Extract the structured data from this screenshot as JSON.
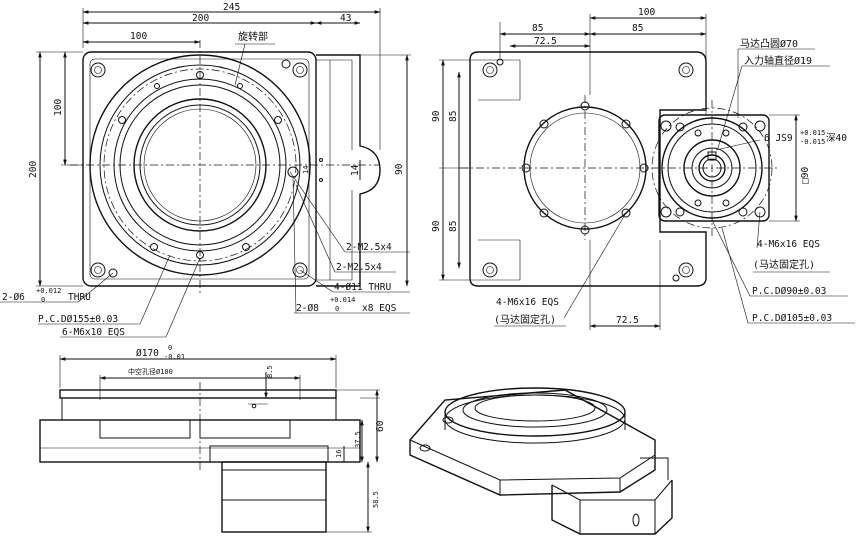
{
  "top_view": {
    "dim_overall_width": "245",
    "dim_200": "200",
    "dim_43": "43",
    "dim_100": "100",
    "dim_left_200": "200",
    "dim_left_100": "100",
    "dim_right_90": "90",
    "dim_14": "14",
    "dim_14b": "14",
    "label_rotate": "旋转部",
    "callout_m25_a": "2-M2.5x4",
    "callout_m25_b": "2-M2.5x4",
    "callout_11_thru": "4-Ø11 THRU",
    "callout_8_eqs": "2-Ø8",
    "callout_8_tol_up": "+0.014",
    "callout_8_tol_low": "0",
    "callout_8_suffix": "x8 EQS",
    "callout_6_thru": "2-Ø6",
    "callout_6_tol_up": "+0.012",
    "callout_6_tol_low": "0",
    "callout_6_suffix": "THRU",
    "callout_pcd155": "P.C.DØ155±0.03",
    "callout_m6x10": "6-M6x10 EQS"
  },
  "motor_view": {
    "dim_100": "100",
    "dim_85a": "85",
    "dim_85b": "85",
    "dim_72_5": "72.5",
    "dim_72_5b": "72.5",
    "dim_90_top": "90",
    "dim_85_top": "85",
    "dim_90_bot": "90",
    "dim_85_bot": "85",
    "dim_sq90": "□90",
    "label_motor_boss": "马达凸圆Ø70",
    "label_input_shaft": "入力轴直径Ø19",
    "label_key_prefix": "6 JS9",
    "label_key_tol_up": "+0.015",
    "label_key_tol_low": "-0.015",
    "label_key_suffix": "深40",
    "callout_m6x16_right": "4-M6x16 EQS",
    "callout_motor_fix_right": "(马达固定孔)",
    "callout_pcd90": "P.C.DØ90±0.03",
    "callout_pcd105": "P.C.DØ105±0.03",
    "callout_m6x16_bottom": "4-M6x16 EQS",
    "callout_motor_fix_bottom": "(马达固定孔)"
  },
  "side_view": {
    "dim_170": "Ø170",
    "dim_170_tol_up": "0",
    "dim_170_tol_low": "-0.01",
    "dim_hollow": "中空孔径Ø100",
    "dim_8_5": "8.5",
    "dim_37_5": "37.5",
    "dim_60": "60",
    "dim_16": "16",
    "dim_58_5": "58.5"
  }
}
